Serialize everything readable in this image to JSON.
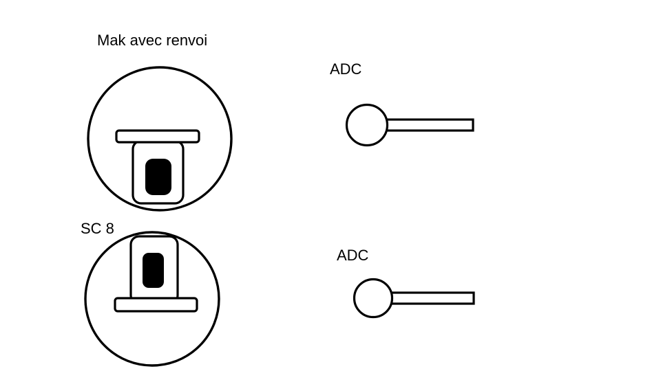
{
  "canvas": {
    "background_color": "#ffffff",
    "line_color": "#000000",
    "fill_white": "#ffffff",
    "fill_black": "#000000"
  },
  "labels": {
    "mak": "Mak avec renvoi",
    "sc8": "SC 8",
    "adc_top": "ADC",
    "adc_bottom": "ADC"
  }
}
